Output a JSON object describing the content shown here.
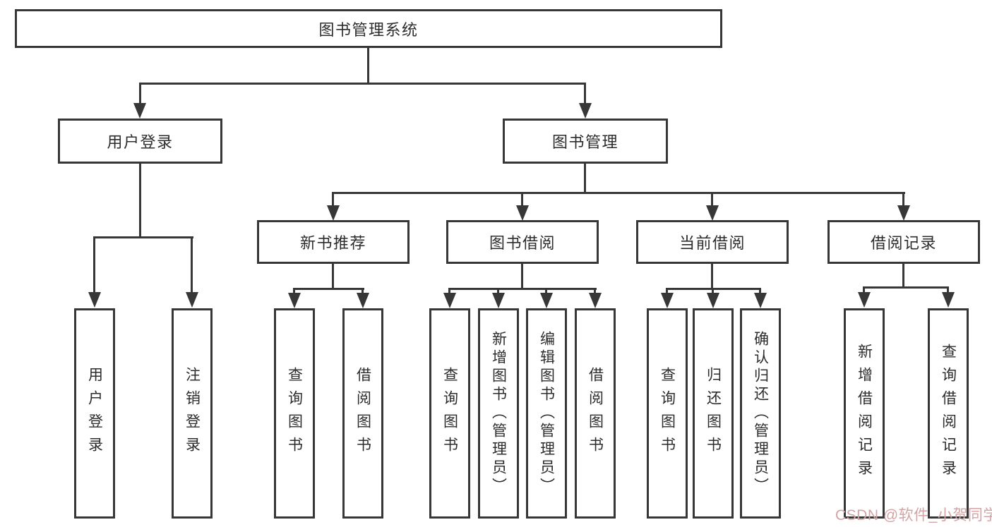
{
  "nodes": {
    "root": "图书管理系统",
    "user_login": "用户登录",
    "book_mgmt": "图书管理",
    "new_books": "新书推荐",
    "book_borrow": "图书借阅",
    "current_borrow": "当前借阅",
    "borrow_records": "借阅记录",
    "leaf_user_login": "用户登录",
    "leaf_logout": "注销登录",
    "leaf_nb_query": "查询图书",
    "leaf_nb_borrow": "借阅图书",
    "leaf_bb_query": "查询图书",
    "leaf_bb_add": "新增图书（管理员）",
    "leaf_bb_edit": "编辑图书（管理员）",
    "leaf_bb_borrow": "借阅图书",
    "leaf_cb_query": "查询图书",
    "leaf_cb_return": "归还图书",
    "leaf_cb_confirm": "确认归还（管理员）",
    "leaf_br_add": "新增借阅记录",
    "leaf_br_query": "查询借阅记录"
  },
  "watermark": {
    "text": "CSDN @软件_小贺同学",
    "color": "#d4a3a3"
  },
  "colors": {
    "line": "#373737",
    "text": "#2c2c2c",
    "background": "#ffffff"
  }
}
